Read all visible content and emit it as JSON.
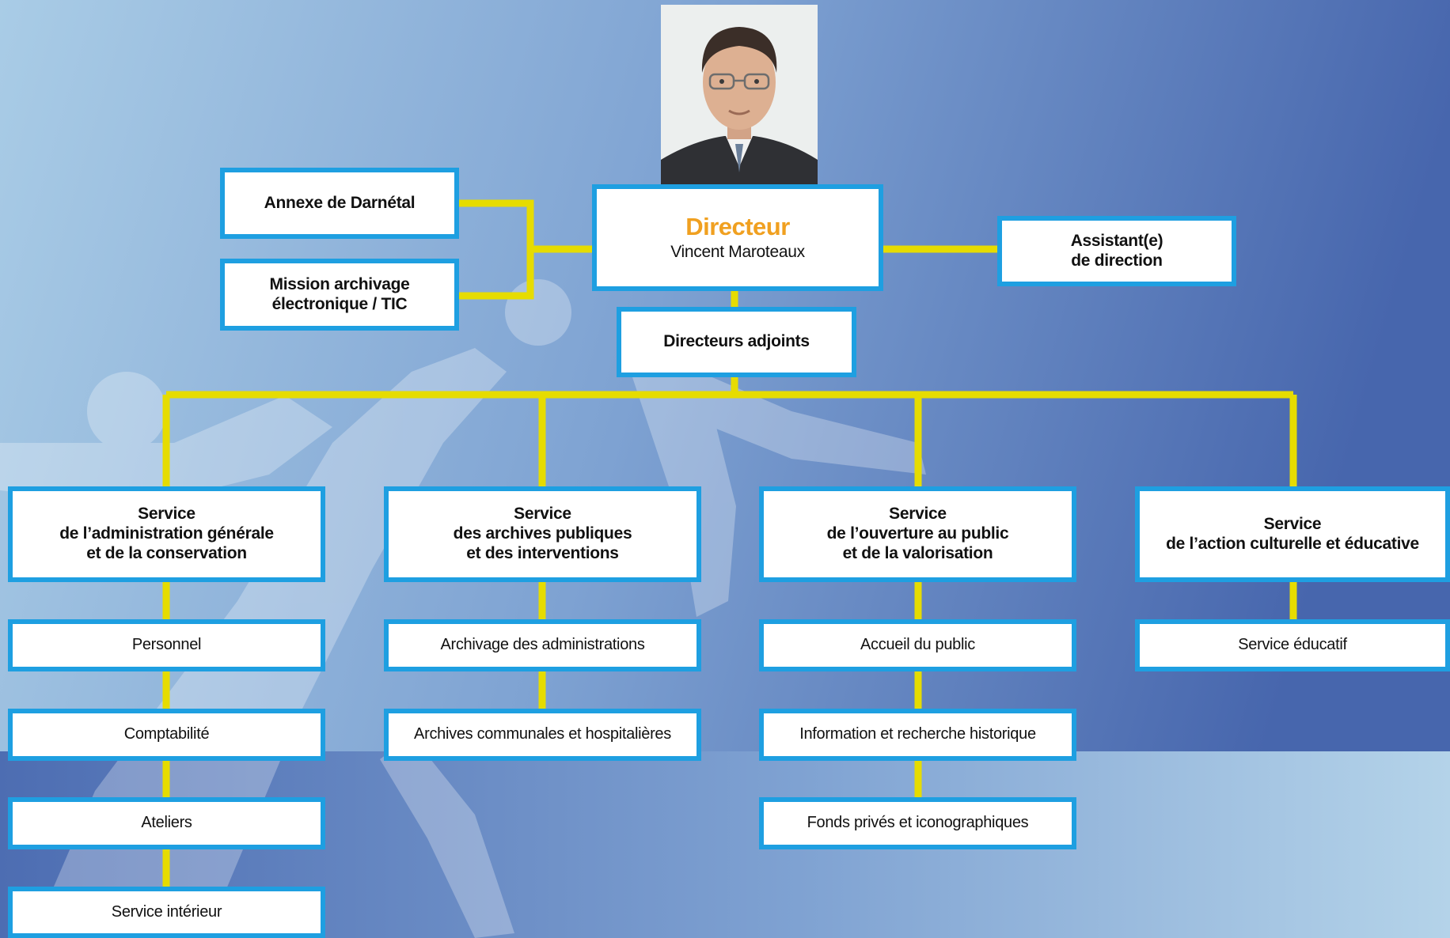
{
  "colors": {
    "box_border": "#1e9fe1",
    "connector": "#e6dc00",
    "director_title": "#f0a020",
    "background_light": "#aacde6",
    "background_dark": "#4766ad"
  },
  "director": {
    "title": "Directeur",
    "name": "Vincent Maroteaux",
    "photo_icon": "director-portrait"
  },
  "annexe": {
    "lines": [
      "Annexe de Darnétal"
    ]
  },
  "mission": {
    "lines": [
      "Mission archivage",
      "électronique / TIC"
    ]
  },
  "assistant": {
    "lines": [
      "Assistant(e)",
      "de direction"
    ]
  },
  "adjoints": {
    "lines": [
      "Directeurs adjoints"
    ]
  },
  "services": [
    {
      "lines": [
        "Service",
        "de l’administration générale",
        "et de la conservation"
      ],
      "units": [
        "Personnel",
        "Comptabilité",
        "Ateliers",
        "Service intérieur"
      ]
    },
    {
      "lines": [
        "Service",
        "des archives publiques",
        "et des interventions"
      ],
      "units": [
        "Archivage des administrations",
        "Archives communales et hospitalières"
      ]
    },
    {
      "lines": [
        "Service",
        "de l’ouverture au public",
        "et de la valorisation"
      ],
      "units": [
        "Accueil du public",
        "Information et recherche historique",
        "Fonds privés et iconographiques"
      ]
    },
    {
      "lines": [
        "Service",
        "de l’action culturelle et éducative"
      ],
      "units": [
        "Service éducatif"
      ]
    }
  ]
}
